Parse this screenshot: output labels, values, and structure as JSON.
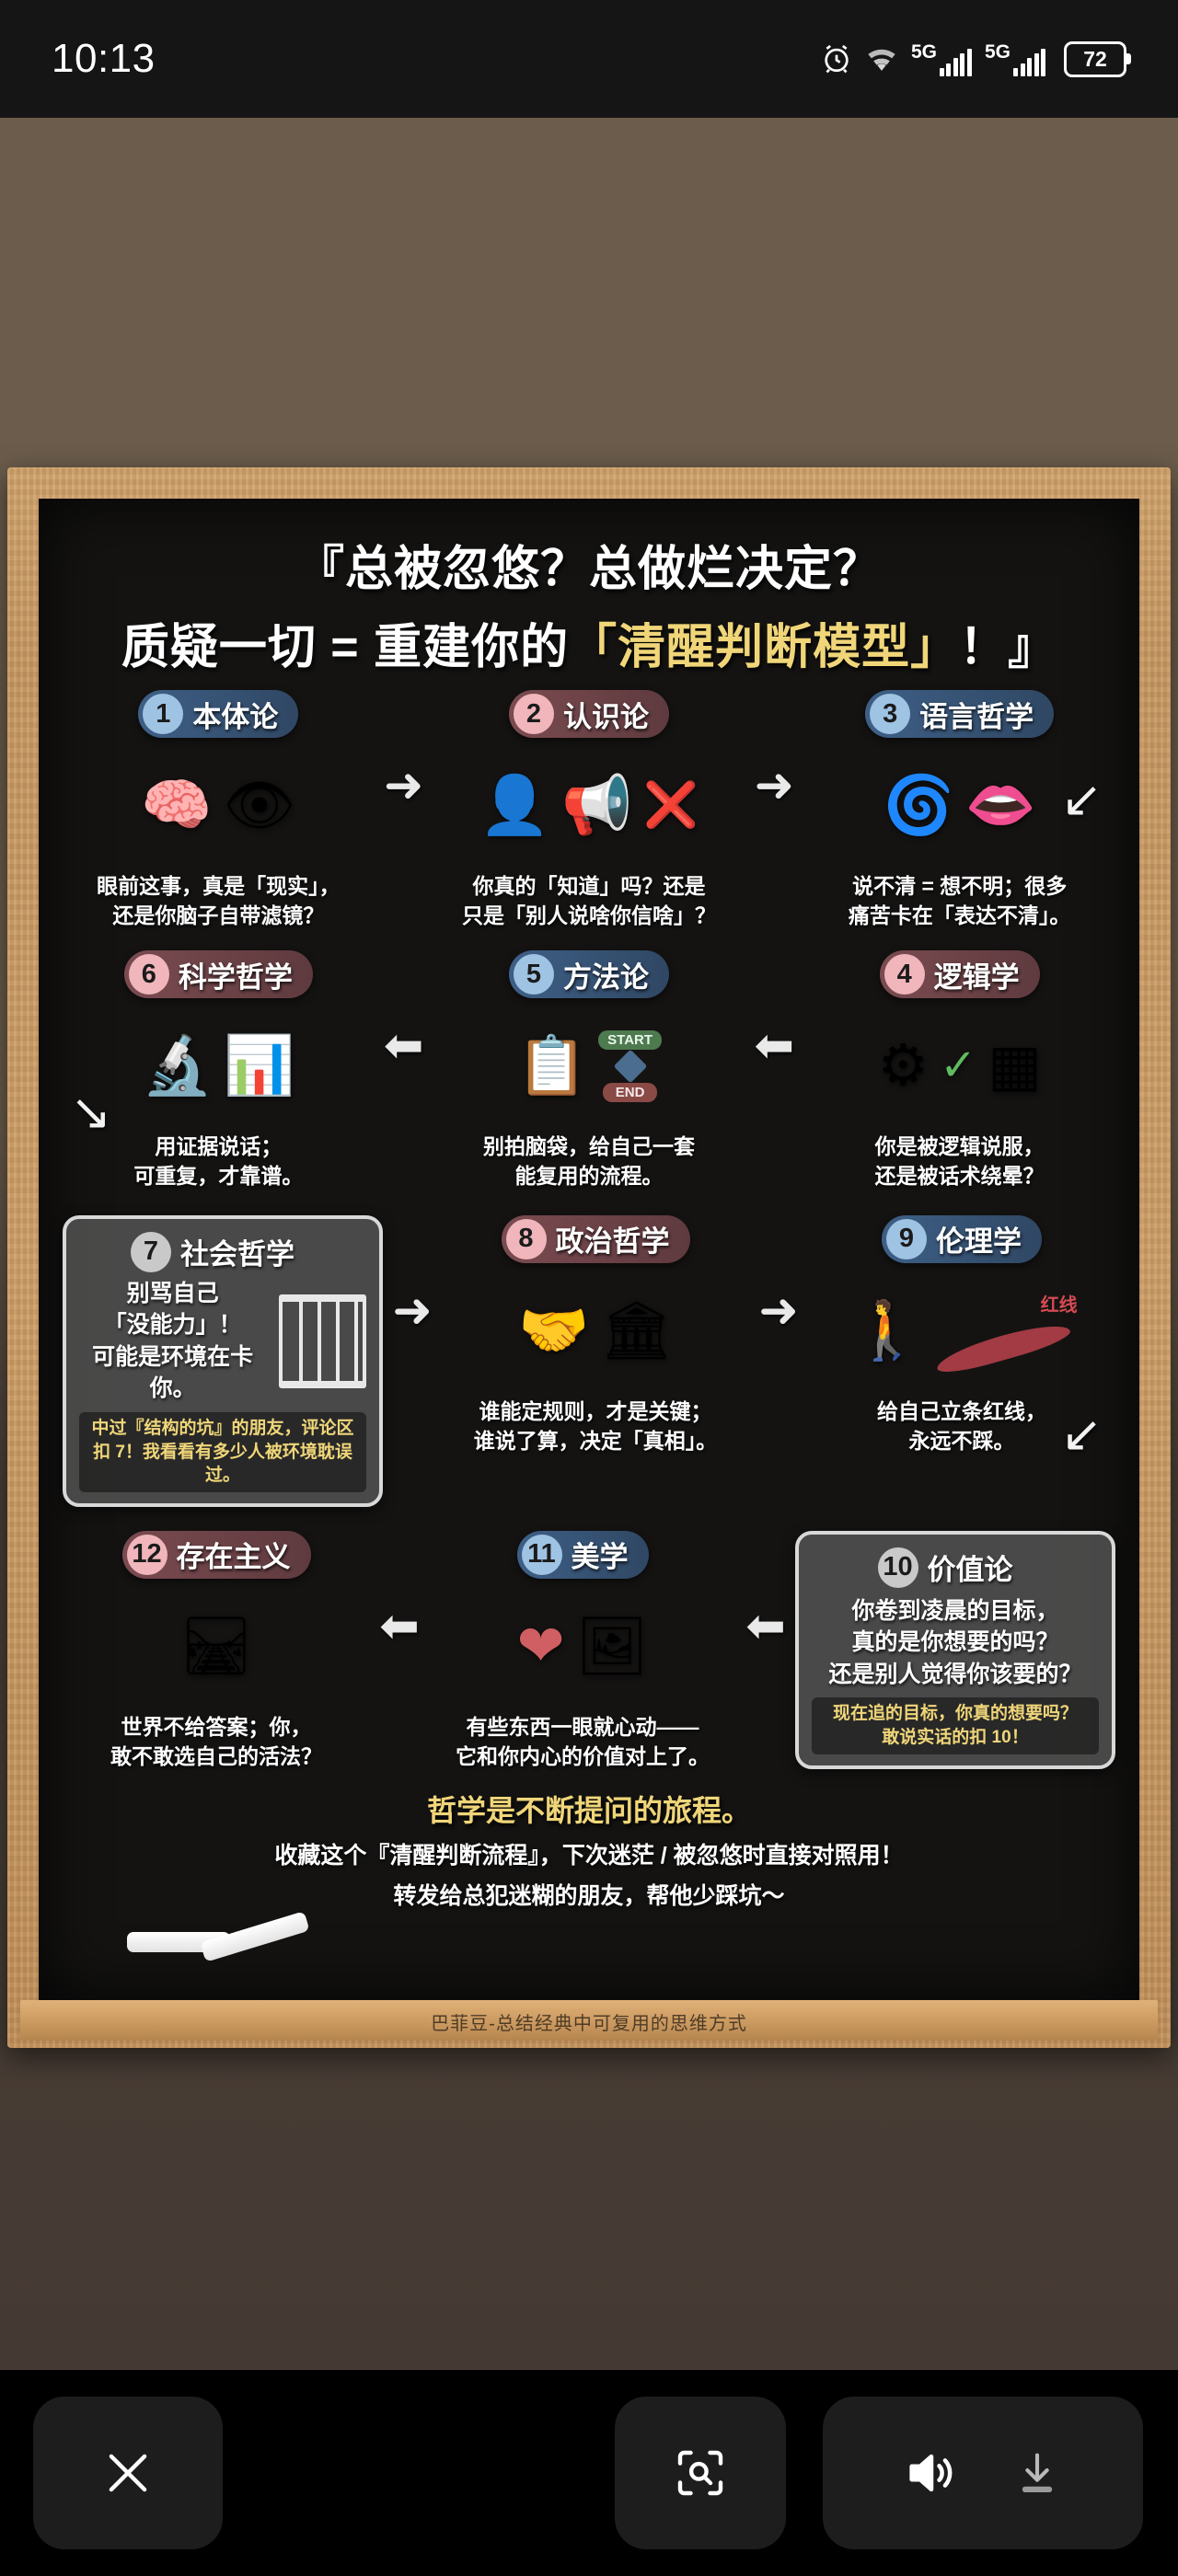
{
  "statusbar": {
    "clock": "10:13",
    "alarm_icon": "alarm-clock-icon",
    "wifi_icon": "wifi-icon",
    "sim1_label": "5G",
    "sim2_label": "5G",
    "battery_level": "72"
  },
  "poster": {
    "title_line1": "『总被忽悠？总做烂决定？",
    "title_line2_pre": "质疑一切 = 重建你的",
    "title_line2_hl": "「清醒判断模型」",
    "title_line2_post": "！』",
    "credit": "巴菲豆-总结经典中可复用的思维方式",
    "footer": {
      "line1": "哲学是不断提问的旅程。",
      "line2": "收藏这个『清醒判断流程』，下次迷茫 / 被忽悠时直接对照用！",
      "line3": "转发给总犯迷糊的朋友，帮他少踩坑～"
    },
    "items": [
      {
        "num": "1",
        "name": "本体论",
        "tone": "blue",
        "highlight": false,
        "art": [
          "brain-magnifier-icon",
          "eye-globe-icon"
        ],
        "caption_lines": [
          "眼前这事，真是「现实」，",
          "还是你脑子自带滤镜？"
        ]
      },
      {
        "num": "2",
        "name": "认识论",
        "tone": "pink",
        "highlight": false,
        "art": [
          "person-question-icon",
          "megaphone-icon",
          "check-cross-icon"
        ],
        "caption_lines": [
          "你真的「知道」吗？还是",
          "只是「别人说啥你信啥」？"
        ]
      },
      {
        "num": "3",
        "name": "语言哲学",
        "tone": "blue",
        "highlight": false,
        "art": [
          "tangled-threads-icon",
          "open-mouth-icon"
        ],
        "caption_lines": [
          "说不清 = 想不明；很多",
          "痛苦卡在「表达不清」。"
        ]
      },
      {
        "num": "6",
        "name": "科学哲学",
        "tone": "pink",
        "highlight": false,
        "art": [
          "microscope-icon",
          "chart-check-icon"
        ],
        "caption_lines": [
          "用证据说话；",
          "可重复，才靠谱。"
        ]
      },
      {
        "num": "5",
        "name": "方法论",
        "tone": "blue",
        "highlight": false,
        "art": [
          "clipboard-hand-icon",
          "flowchart-icon"
        ],
        "caption_lines": [
          "别拍脑袋，给自己一套",
          "能复用的流程。"
        ],
        "flow_start": "START",
        "flow_end": "END"
      },
      {
        "num": "4",
        "name": "逻辑学",
        "tone": "pink",
        "highlight": false,
        "art": [
          "head-gears-icon",
          "check-icon",
          "maze-question-icon"
        ],
        "caption_lines": [
          "你是被逻辑说服，",
          "还是被话术绕晕？"
        ]
      },
      {
        "num": "7",
        "name": "社会哲学",
        "tone": "grey",
        "highlight": true,
        "art": [
          "jail-person-icon"
        ],
        "caption_lines": [
          "别骂自己",
          "「没能力」！",
          "可能是环境在卡你。"
        ],
        "note_lines": [
          "中过『结构的坑』的朋友，评论区",
          "扣 7！我看看有多少人被环境耽误过。"
        ]
      },
      {
        "num": "8",
        "name": "政治哲学",
        "tone": "pink",
        "highlight": false,
        "art": [
          "handshake-scroll-icon",
          "podium-speaker-icon"
        ],
        "caption_lines": [
          "谁能定规则，才是关键；",
          "谁说了算，决定「真相」。"
        ]
      },
      {
        "num": "9",
        "name": "伦理学",
        "tone": "blue",
        "highlight": false,
        "art": [
          "walking-person-icon",
          "red-line-icon"
        ],
        "art_label": "红线",
        "caption_lines": [
          "给自己立条红线，",
          "永远不踩。"
        ]
      },
      {
        "num": "12",
        "name": "存在主义",
        "tone": "pink",
        "highlight": false,
        "art": [
          "crossroads-person-icon"
        ],
        "caption_lines": [
          "世界不给答案；你，",
          "敢不敢选自己的活法？"
        ]
      },
      {
        "num": "11",
        "name": "美学",
        "tone": "blue",
        "highlight": false,
        "art": [
          "heart-icon",
          "picture-monitor-icon"
        ],
        "caption_lines": [
          "有些东西一眼就心动——",
          "它和你内心的价值对上了。"
        ]
      },
      {
        "num": "10",
        "name": "价值论",
        "tone": "grey",
        "highlight": true,
        "art": [],
        "caption_lines": [
          "你卷到凌晨的目标，",
          "真的是你想要的吗？",
          "还是别人觉得你该要的？"
        ],
        "note_lines": [
          "现在追的目标，你真的想要吗？",
          "敢说实话的扣 10！"
        ]
      }
    ]
  },
  "toolbar": {
    "close_icon": "close-icon",
    "lens_icon": "google-lens-scan-icon",
    "audio_icon": "speaker-volume-icon",
    "download_icon": "download-icon"
  },
  "colors": {
    "accent_yellow": "#f0d679",
    "pill_blue": "#3e5f86",
    "pill_pink": "#7a4b50",
    "board": "#141312",
    "frame_wood": "#cfa068",
    "wall": "#6b5c4b"
  }
}
